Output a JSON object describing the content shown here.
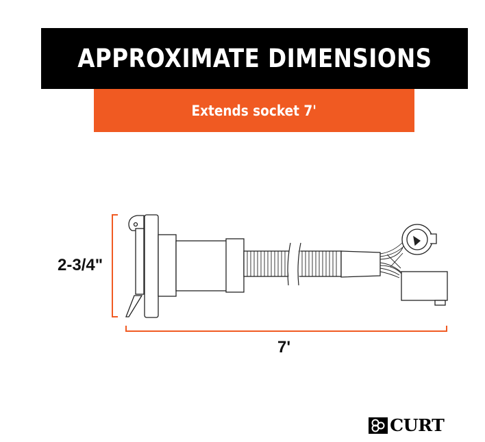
{
  "header": {
    "title": "APPROXIMATE DIMENSIONS"
  },
  "subheader": {
    "text": "Extends socket 7'"
  },
  "dimensions": {
    "height_label": "2-3/4\"",
    "length_label": "7'"
  },
  "brand": {
    "name": "CURT",
    "trademark": "®"
  },
  "colors": {
    "header_bg": "#000000",
    "accent": "#f05a22",
    "dimension_line": "#f05a22",
    "drawing_stroke": "#222222"
  }
}
